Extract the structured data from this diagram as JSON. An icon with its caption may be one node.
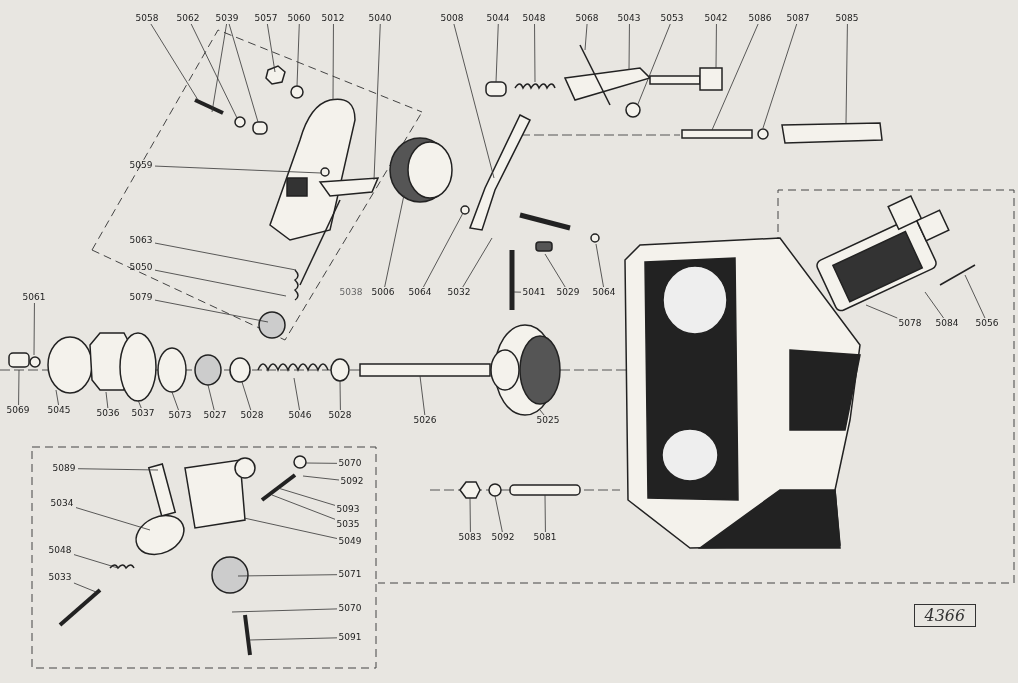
{
  "diagram": {
    "nodes": [
      {
        "text": [
          "5058"
        ]
      },
      {
        "text": [
          "5062"
        ]
      },
      {
        "text": [
          "5039"
        ]
      },
      {
        "text": [
          "5057"
        ]
      },
      {
        "text": [
          "5060"
        ]
      },
      {
        "text": [
          "5012"
        ]
      },
      {
        "text": [
          "5040"
        ]
      },
      {
        "text": [
          "5008"
        ]
      },
      {
        "text": [
          "5044"
        ]
      },
      {
        "text": [
          "5048"
        ]
      },
      {
        "text": [
          "5068"
        ]
      },
      {
        "text": [
          "5043"
        ]
      },
      {
        "text": [
          "5053"
        ]
      },
      {
        "text": [
          "5042"
        ]
      },
      {
        "text": [
          "5086"
        ]
      },
      {
        "text": [
          "5087"
        ]
      },
      {
        "text": [
          "5085"
        ]
      },
      {
        "text": [
          "5059"
        ]
      },
      {
        "text": [
          "5063"
        ]
      },
      {
        "text": [
          "5050"
        ]
      },
      {
        "text": [
          "5061"
        ]
      },
      {
        "text": [
          "5079"
        ]
      },
      {
        "text": [
          "5006"
        ]
      },
      {
        "text": [
          "5064"
        ]
      },
      {
        "text": [
          "5032"
        ]
      },
      {
        "text": [
          "5041"
        ]
      },
      {
        "text": [
          "5029"
        ]
      },
      {
        "text": [
          "5064"
        ]
      },
      {
        "text": [
          "5078"
        ]
      },
      {
        "text": [
          "5084"
        ]
      },
      {
        "text": [
          "5056"
        ]
      },
      {
        "text": [
          "5069"
        ]
      },
      {
        "text": [
          "5045"
        ]
      },
      {
        "text": [
          "5036"
        ]
      },
      {
        "text": [
          "5037"
        ]
      },
      {
        "text": [
          "5073"
        ]
      },
      {
        "text": [
          "5027"
        ]
      },
      {
        "text": [
          "5028"
        ]
      },
      {
        "text": [
          "5046"
        ]
      },
      {
        "text": [
          "5028"
        ]
      },
      {
        "text": [
          "5026"
        ]
      },
      {
        "text": [
          "5025"
        ]
      },
      {
        "text": [
          "5089"
        ]
      },
      {
        "text": [
          "5034"
        ]
      },
      {
        "text": [
          "5070"
        ]
      },
      {
        "text": [
          "5092"
        ]
      },
      {
        "text": [
          "5093"
        ]
      },
      {
        "text": [
          "5035"
        ]
      },
      {
        "text": [
          "5049"
        ]
      },
      {
        "text": [
          "5048"
        ]
      },
      {
        "text": [
          "5033"
        ]
      },
      {
        "text": [
          "5071"
        ]
      },
      {
        "text": [
          "5070"
        ]
      },
      {
        "text": [
          "5091"
        ]
      },
      {
        "text": [
          "5083"
        ]
      },
      {
        "text": [
          "5092"
        ]
      },
      {
        "text": [
          "5081"
        ]
      },
      {
        "text": [
          "4366"
        ]
      }
    ],
    "edges": [
      {
        "from": 0,
        "to": null,
        "arrow": "none"
      },
      {
        "from": 1,
        "to": null,
        "arrow": "none"
      },
      {
        "from": 2,
        "to": null,
        "arrow": "none"
      },
      {
        "from": 2,
        "to": null,
        "arrow": "none"
      },
      {
        "from": 3,
        "to": null,
        "arrow": "none"
      },
      {
        "from": 4,
        "to": null,
        "arrow": "none"
      },
      {
        "from": 5,
        "to": null,
        "arrow": "none"
      },
      {
        "from": 6,
        "to": null,
        "arrow": "none"
      },
      {
        "from": 7,
        "to": null,
        "arrow": "none"
      },
      {
        "from": 8,
        "to": null,
        "arrow": "none"
      },
      {
        "from": 9,
        "to": null,
        "arrow": "none"
      },
      {
        "from": 10,
        "to": null,
        "arrow": "none"
      },
      {
        "from": 11,
        "to": null,
        "arrow": "none"
      },
      {
        "from": 12,
        "to": null,
        "arrow": "none"
      },
      {
        "from": 13,
        "to": null,
        "arrow": "none"
      },
      {
        "from": 14,
        "to": null,
        "arrow": "none"
      },
      {
        "from": 15,
        "to": null,
        "arrow": "none"
      },
      {
        "from": 16,
        "to": null,
        "arrow": "none"
      },
      {
        "from": 17,
        "to": null,
        "arrow": "none"
      },
      {
        "from": 18,
        "to": null,
        "arrow": "none"
      },
      {
        "from": 19,
        "to": null,
        "arrow": "none"
      },
      {
        "from": 20,
        "to": null,
        "arrow": "none"
      },
      {
        "from": 21,
        "to": null,
        "arrow": "none"
      },
      {
        "from": 22,
        "to": null,
        "arrow": "none"
      },
      {
        "from": 23,
        "to": null,
        "arrow": "none"
      },
      {
        "from": 24,
        "to": null,
        "arrow": "none"
      },
      {
        "from": 25,
        "to": null,
        "arrow": "none"
      },
      {
        "from": 26,
        "to": null,
        "arrow": "none"
      },
      {
        "from": 27,
        "to": null,
        "arrow": "none"
      },
      {
        "from": 28,
        "to": null,
        "arrow": "none"
      },
      {
        "from": 29,
        "to": null,
        "arrow": "none"
      },
      {
        "from": 30,
        "to": null,
        "arrow": "none"
      },
      {
        "from": 31,
        "to": null,
        "arrow": "none"
      },
      {
        "from": 32,
        "to": null,
        "arrow": "none"
      },
      {
        "from": 33,
        "to": null,
        "arrow": "none"
      },
      {
        "from": 34,
        "to": null,
        "arrow": "none"
      },
      {
        "from": 35,
        "to": null,
        "arrow": "none"
      },
      {
        "from": 36,
        "to": null,
        "arrow": "none"
      },
      {
        "from": 37,
        "to": null,
        "arrow": "none"
      },
      {
        "from": 38,
        "to": null,
        "arrow": "none"
      },
      {
        "from": 39,
        "to": null,
        "arrow": "none"
      },
      {
        "from": 40,
        "to": null,
        "arrow": "none"
      },
      {
        "from": 41,
        "to": null,
        "arrow": "none"
      },
      {
        "from": 42,
        "to": null,
        "arrow": "none"
      },
      {
        "from": 43,
        "to": null,
        "arrow": "none"
      },
      {
        "from": 44,
        "to": null,
        "arrow": "none"
      },
      {
        "from": 45,
        "to": null,
        "arrow": "none"
      },
      {
        "from": 46,
        "to": null,
        "arrow": "none"
      },
      {
        "from": 47,
        "to": null,
        "arrow": "none"
      },
      {
        "from": 48,
        "to": null,
        "arrow": "none"
      },
      {
        "from": 49,
        "to": null,
        "arrow": "none"
      },
      {
        "from": 50,
        "to": null,
        "arrow": "none"
      },
      {
        "from": 51,
        "to": null,
        "arrow": "none"
      },
      {
        "from": 52,
        "to": null,
        "arrow": "none"
      },
      {
        "from": 53,
        "to": null,
        "arrow": "none"
      },
      {
        "from": 54,
        "to": null,
        "arrow": "none"
      },
      {
        "from": 55,
        "to": null,
        "arrow": "none"
      },
      {
        "from": 56,
        "to": null,
        "arrow": "none"
      }
    ],
    "labels": [
      "5038"
    ]
  }
}
